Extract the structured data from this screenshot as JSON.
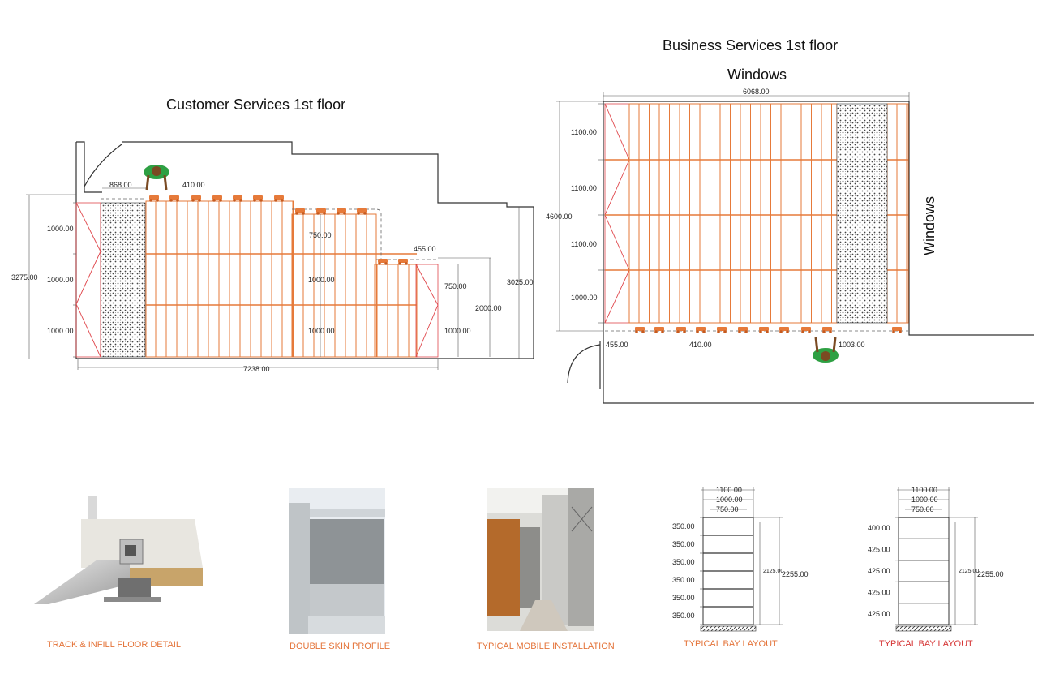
{
  "plans": {
    "customer": {
      "title": "Customer Services 1st floor",
      "dims": {
        "d868": "868.00",
        "d410": "410.00",
        "d750": "750.00",
        "d455": "455.00",
        "d3275": "3275.00",
        "d3025": "3025.00",
        "d1000a": "1000.00",
        "d1000b": "1000.00",
        "d1000c": "1000.00",
        "d1000m1": "1000.00",
        "d1000m2": "1000.00",
        "d750r": "750.00",
        "d2000": "2000.00",
        "d1000r": "1000.00",
        "d7238": "7238.00"
      }
    },
    "business": {
      "title": "Business Services 1st floor",
      "windows_top": "Windows",
      "windows_side": "Windows",
      "dims": {
        "d6068": "6068.00",
        "d4600": "4600.00",
        "d1100a": "1100.00",
        "d1100b": "1100.00",
        "d1100c": "1100.00",
        "d1000": "1000.00",
        "d455": "455.00",
        "d410": "410.00",
        "d1003": "1003.00"
      }
    }
  },
  "details": [
    {
      "caption": "TRACK & INFILL FLOOR DETAIL",
      "color": "#e4743a"
    },
    {
      "caption": "DOUBLE SKIN PROFILE",
      "color": "#e4743a"
    },
    {
      "caption": "TYPICAL MOBILE INSTALLATION",
      "color": "#e4743a"
    },
    {
      "caption": "TYPICAL BAY LAYOUT",
      "color": "#e4743a"
    },
    {
      "caption": "TYPICAL BAY LAYOUT",
      "color": "#d63636"
    }
  ],
  "bays": [
    {
      "widths": [
        "1100.00",
        "1000.00",
        "750.00"
      ],
      "shelves": [
        "350.00",
        "350.00",
        "350.00",
        "350.00",
        "350.00",
        "350.00"
      ],
      "inner": "2125.00",
      "total": "2255.00"
    },
    {
      "widths": [
        "1100.00",
        "1000.00",
        "750.00"
      ],
      "shelves": [
        "400.00",
        "425.00",
        "425.00",
        "425.00",
        "425.00"
      ],
      "inner": "2125.00",
      "total": "2255.00"
    }
  ]
}
